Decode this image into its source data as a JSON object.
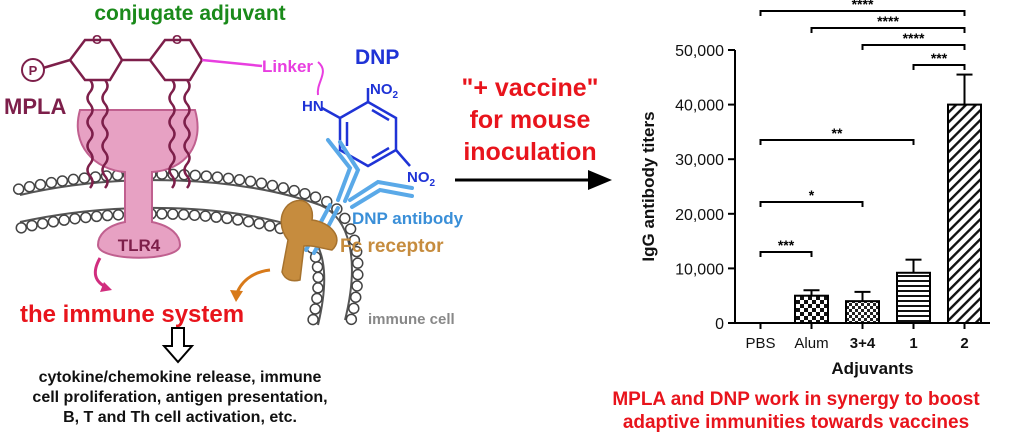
{
  "left_panel": {
    "conjugate_label": "conjugate adjuvant",
    "phosphate_symbol": "P",
    "mpla_label": "MPLA",
    "linker_label": "Linker",
    "dnp_label": "DNP",
    "hn_label": "HN",
    "no2_top": "NO",
    "no2_top_sub": "2",
    "no2_bottom": "NO",
    "no2_bottom_sub": "2",
    "ring_oxygen": "O",
    "tlr4_label": "TLR4",
    "dnp_antibody_label": "DNP antibody",
    "fc_receptor_label": "Fc receptor",
    "immune_system_label": "the immune system",
    "immune_cell_label": "immune cell",
    "effects_lines": [
      "cytokine/chemokine release, immune",
      "cell proliferation, antigen presentation,",
      "B, T and Th cell activation, etc."
    ]
  },
  "middle": {
    "lines": [
      "\"+ vaccine\"",
      "for mouse",
      "inoculation"
    ]
  },
  "chart_data": {
    "type": "bar",
    "categories": [
      "PBS",
      "Alum",
      "3+4",
      "1",
      "2"
    ],
    "values": [
      0,
      5000,
      4000,
      9200,
      40000
    ],
    "errors": [
      0,
      1000,
      1700,
      2400,
      5500
    ],
    "patterns": [
      "none",
      "checker",
      "checker-small",
      "horizontal",
      "diagonal"
    ],
    "xlabel": "Adjuvants",
    "ylabel": "IgG antibody titers",
    "ylim": [
      0,
      50000
    ],
    "yticks": [
      0,
      10000,
      20000,
      30000,
      40000,
      50000
    ],
    "ytick_labels": [
      "0",
      "10,000",
      "20,000",
      "30,000",
      "40,000",
      "50,000"
    ],
    "significance": [
      {
        "from": 0,
        "to": 1,
        "label": "***",
        "level": 0
      },
      {
        "from": 0,
        "to": 2,
        "label": "*",
        "level": 1
      },
      {
        "from": 0,
        "to": 3,
        "label": "**",
        "level": 2
      },
      {
        "from": 3,
        "to": 4,
        "label": "***",
        "level": 3
      },
      {
        "from": 2,
        "to": 4,
        "label": "****",
        "level": 4
      },
      {
        "from": 1,
        "to": 4,
        "label": "****",
        "level": 5
      },
      {
        "from": 0,
        "to": 4,
        "label": "****",
        "level": 6
      }
    ]
  },
  "caption_lines": [
    "MPLA and DNP work in synergy to boost",
    "adaptive immunities towards vaccines"
  ],
  "colors": {
    "green": "#1a8a1a",
    "maroon": "#7d1f4a",
    "pink": "#e7a1c3",
    "magenta": "#e83ee0",
    "blue": "#1f33d6",
    "lightblue": "#5aa9e8",
    "tan": "#c68c3e",
    "red": "#e8141c",
    "gray": "#888888"
  }
}
